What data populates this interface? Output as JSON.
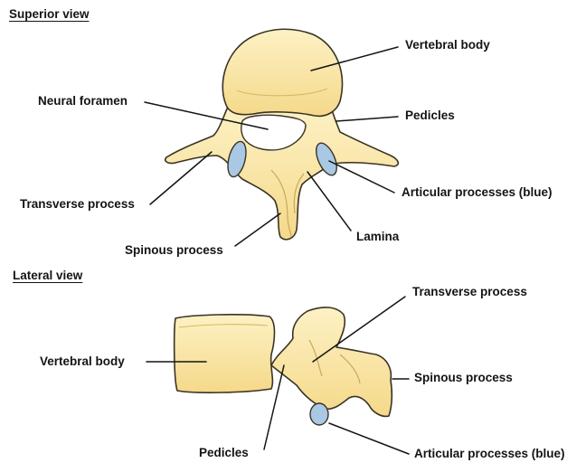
{
  "colors": {
    "bone_fill": "#fbe8a6",
    "bone_stroke": "#3a3325",
    "articular_fill": "#a9c8e4",
    "leader_line": "#141414"
  },
  "superior": {
    "heading": "Superior view",
    "labels": {
      "vertebral_body": "Vertebral body",
      "neural_foramen": "Neural foramen",
      "pedicles": "Pedicles",
      "transverse_process": "Transverse process",
      "articular_processes": "Articular processes (blue)",
      "spinous_process": "Spinous process",
      "lamina": "Lamina"
    }
  },
  "lateral": {
    "heading": "Lateral view",
    "labels": {
      "transverse_process": "Transverse process",
      "vertebral_body": "Vertebral body",
      "spinous_process": "Spinous process",
      "pedicles": "Pedicles",
      "articular_processes": "Articular processes (blue)"
    }
  }
}
